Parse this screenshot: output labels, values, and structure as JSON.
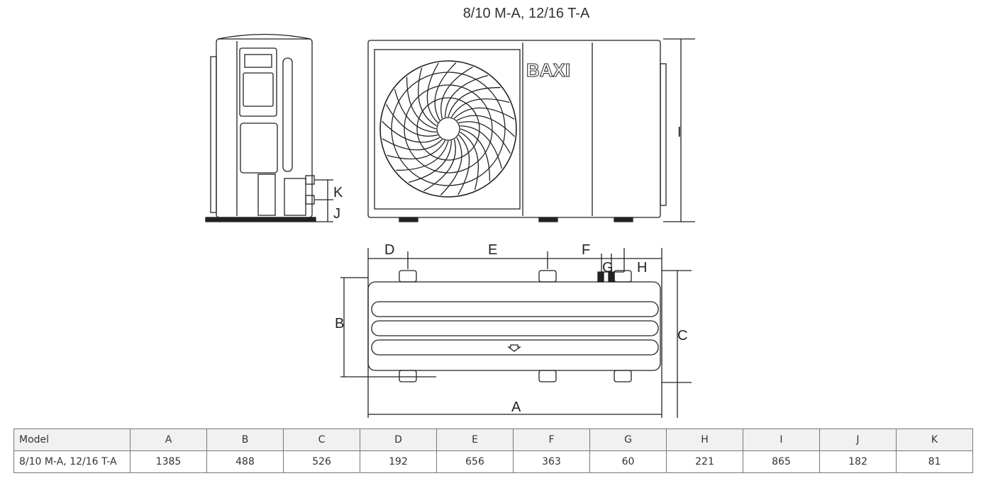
{
  "title": "8/10 M-A, 12/16 T-A",
  "brand_logo": "BAXI",
  "dimension_labels": {
    "A": "A",
    "B": "B",
    "C": "C",
    "D": "D",
    "E": "E",
    "F": "F",
    "G": "G",
    "H": "H",
    "I": "I",
    "J": "J",
    "K": "K"
  },
  "table": {
    "headers": [
      "Model",
      "A",
      "B",
      "C",
      "D",
      "E",
      "F",
      "G",
      "H",
      "I",
      "J",
      "K"
    ],
    "rows": [
      [
        "8/10 M-A, 12/16 T-A",
        "1385",
        "488",
        "526",
        "192",
        "656",
        "363",
        "60",
        "221",
        "865",
        "182",
        "81"
      ]
    ]
  }
}
